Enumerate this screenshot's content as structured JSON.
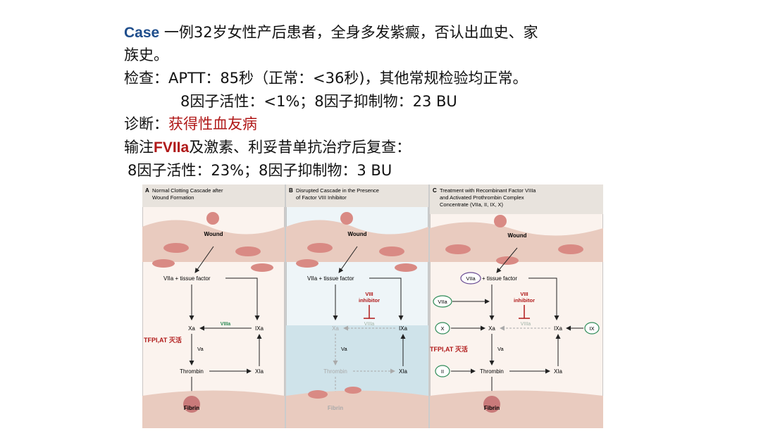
{
  "case": {
    "label": "Case",
    "line1_rest": " 一例32岁女性产后患者，全身多发紫癜，否认出血史、家",
    "line2": "族史。",
    "exam_label": "检查：",
    "exam_text": "APTT：85秒（正常：<36秒)，其他常规检验均正常。",
    "exam_line2": "8因子活性：<1%；8因子抑制物：23 BU",
    "diagnosis_label": "诊断：",
    "diagnosis_value": "获得性血友病",
    "treatment_pre": "输注",
    "treatment_drug": "FVIIa",
    "treatment_post": "及激素、利妥昔单抗治疗后复查：",
    "followup": "8因子活性：23%；8因子抑制物：3 BU"
  },
  "panels": [
    {
      "letter": "A",
      "title_line1": "Normal Clotting Cascade after",
      "title_line2": "Wound Formation",
      "title_line3": "",
      "wound": "Wound",
      "vii_tf": "VIIa + tissue factor",
      "xa": "Xa",
      "ixa": "IXa",
      "viiia": "VIIIa",
      "va": "Va",
      "thrombin": "Thrombin",
      "xia": "XIa",
      "fibrin": "Fibrin",
      "tfpi": "TFPI,AT 灭活"
    },
    {
      "letter": "B",
      "title_line1": "Disrupted Cascade in the Presence",
      "title_line2": "of Factor VIII Inhibitor",
      "title_line3": "",
      "wound": "Wound",
      "vii_tf": "VIIa + tissue factor",
      "inhibitor_line1": "VIII",
      "inhibitor_line2": "inhibitor",
      "xa": "Xa",
      "ixa": "IXa",
      "viiia": "VIIIa",
      "va": "Va",
      "thrombin": "Thrombin",
      "xia": "XIa",
      "fibrin": "Fibrin"
    },
    {
      "letter": "C",
      "title_line1": "Treatment with Recombinant Factor VIIIa",
      "title_line2": "and Activated Prothrombin Complex",
      "title_line3": "Concentrate (VIIa, II, IX, X)",
      "wound": "Wound",
      "viia_circle": "VIIa",
      "tf": "+ tissue factor",
      "viia_side": "VIIa",
      "x_side": "X",
      "ix_side": "IX",
      "ii_side": "II",
      "inhibitor_line1": "VIII",
      "inhibitor_line2": "inhibitor",
      "xa": "Xa",
      "ixa": "IXa",
      "viiia": "VIIIa",
      "va": "Va",
      "thrombin": "Thrombin",
      "xia": "XIa",
      "fibrin": "Fibrin",
      "tfpi": "TFPI,AT 灭活"
    }
  ],
  "colors": {
    "case_blue": "#1f4e8c",
    "accent_red": "#b01818",
    "tissue": "#e9cbbf",
    "cell": "#d98a84",
    "green": "#2e8b57",
    "purple": "#6a4c93",
    "inhibitor_zone": "#cfe3ea"
  }
}
